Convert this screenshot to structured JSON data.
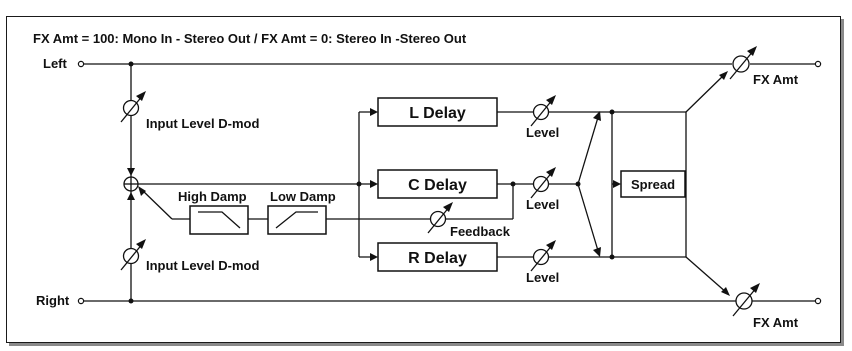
{
  "title": "FX Amt = 100: Mono In - Stereo Out  /  FX Amt = 0: Stereo In -Stereo Out",
  "inputs": {
    "left": "Left",
    "right": "Right"
  },
  "labels": {
    "input_level_top": "Input Level D-mod",
    "input_level_bottom": "Input Level D-mod",
    "high_damp": "High Damp",
    "low_damp": "Low Damp",
    "feedback": "Feedback",
    "level_l": "Level",
    "level_c": "Level",
    "level_r": "Level",
    "fx_amt_top": "FX Amt",
    "fx_amt_bottom": "FX Amt"
  },
  "blocks": {
    "l_delay": "L Delay",
    "c_delay": "C Delay",
    "r_delay": "R Delay",
    "spread": "Spread"
  }
}
